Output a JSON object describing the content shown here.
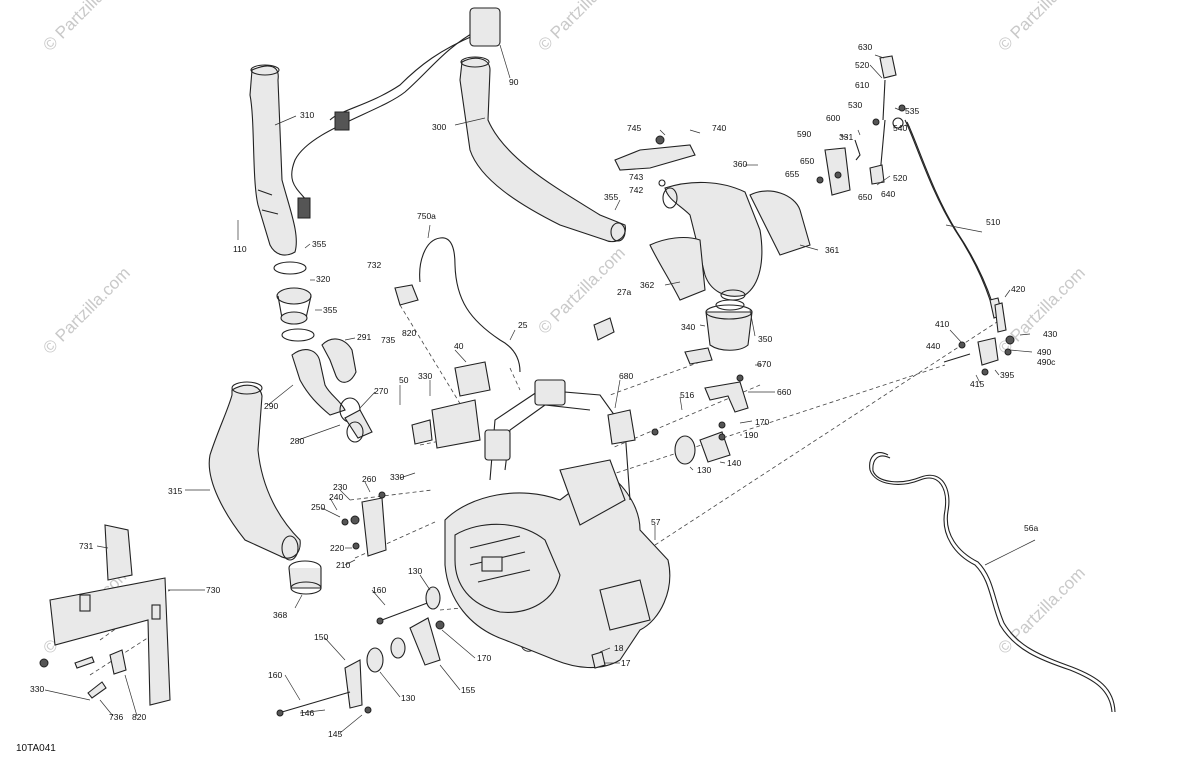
{
  "diagram_code": "10TA041",
  "watermarks": [
    "© Partzilla.com"
  ],
  "labels": [
    {
      "id": "90",
      "text": "90"
    },
    {
      "id": "310",
      "text": "310"
    },
    {
      "id": "300",
      "text": "300"
    },
    {
      "id": "745",
      "text": "745"
    },
    {
      "id": "740",
      "text": "740"
    },
    {
      "id": "743",
      "text": "743"
    },
    {
      "id": "742",
      "text": "742"
    },
    {
      "id": "360",
      "text": "360"
    },
    {
      "id": "355a",
      "text": "355"
    },
    {
      "id": "361",
      "text": "361"
    },
    {
      "id": "362",
      "text": "362"
    },
    {
      "id": "110",
      "text": "110"
    },
    {
      "id": "355b",
      "text": "355"
    },
    {
      "id": "320",
      "text": "320"
    },
    {
      "id": "355c",
      "text": "355"
    },
    {
      "id": "291",
      "text": "291"
    },
    {
      "id": "750a",
      "text": "750a"
    },
    {
      "id": "732",
      "text": "732"
    },
    {
      "id": "820a",
      "text": "820"
    },
    {
      "id": "735",
      "text": "735"
    },
    {
      "id": "27a",
      "text": "27a"
    },
    {
      "id": "25",
      "text": "25"
    },
    {
      "id": "350",
      "text": "350"
    },
    {
      "id": "340",
      "text": "340"
    },
    {
      "id": "630",
      "text": "630"
    },
    {
      "id": "520a",
      "text": "520"
    },
    {
      "id": "610",
      "text": "610"
    },
    {
      "id": "530",
      "text": "530"
    },
    {
      "id": "535",
      "text": "535"
    },
    {
      "id": "600",
      "text": "600"
    },
    {
      "id": "540",
      "text": "540"
    },
    {
      "id": "590",
      "text": "590"
    },
    {
      "id": "331",
      "text": "331"
    },
    {
      "id": "650a",
      "text": "650"
    },
    {
      "id": "655",
      "text": "655"
    },
    {
      "id": "520b",
      "text": "520"
    },
    {
      "id": "650b",
      "text": "650"
    },
    {
      "id": "640",
      "text": "640"
    },
    {
      "id": "510",
      "text": "510"
    },
    {
      "id": "420",
      "text": "420"
    },
    {
      "id": "410",
      "text": "410"
    },
    {
      "id": "430",
      "text": "430"
    },
    {
      "id": "440",
      "text": "440"
    },
    {
      "id": "490",
      "text": "490"
    },
    {
      "id": "490c",
      "text": "490c"
    },
    {
      "id": "395",
      "text": "395"
    },
    {
      "id": "415",
      "text": "415"
    },
    {
      "id": "40",
      "text": "40"
    },
    {
      "id": "330a",
      "text": "330"
    },
    {
      "id": "680",
      "text": "680"
    },
    {
      "id": "670",
      "text": "670"
    },
    {
      "id": "660",
      "text": "660"
    },
    {
      "id": "290",
      "text": "290"
    },
    {
      "id": "270",
      "text": "270"
    },
    {
      "id": "50",
      "text": "50"
    },
    {
      "id": "516",
      "text": "516"
    },
    {
      "id": "170a",
      "text": "170"
    },
    {
      "id": "190",
      "text": "190"
    },
    {
      "id": "280",
      "text": "280"
    },
    {
      "id": "140",
      "text": "140"
    },
    {
      "id": "130a",
      "text": "130"
    },
    {
      "id": "330b",
      "text": "330"
    },
    {
      "id": "315",
      "text": "315"
    },
    {
      "id": "260",
      "text": "260"
    },
    {
      "id": "230",
      "text": "230"
    },
    {
      "id": "240",
      "text": "240"
    },
    {
      "id": "250",
      "text": "250"
    },
    {
      "id": "57",
      "text": "57"
    },
    {
      "id": "220",
      "text": "220"
    },
    {
      "id": "210",
      "text": "210"
    },
    {
      "id": "731",
      "text": "731"
    },
    {
      "id": "130b",
      "text": "130"
    },
    {
      "id": "730",
      "text": "730"
    },
    {
      "id": "160a",
      "text": "160"
    },
    {
      "id": "368",
      "text": "368"
    },
    {
      "id": "56a",
      "text": "56a"
    },
    {
      "id": "150",
      "text": "150"
    },
    {
      "id": "170b",
      "text": "170"
    },
    {
      "id": "18",
      "text": "18"
    },
    {
      "id": "17",
      "text": "17"
    },
    {
      "id": "330c",
      "text": "330"
    },
    {
      "id": "160b",
      "text": "160"
    },
    {
      "id": "130c",
      "text": "130"
    },
    {
      "id": "155",
      "text": "155"
    },
    {
      "id": "146",
      "text": "146"
    },
    {
      "id": "736",
      "text": "736"
    },
    {
      "id": "820b",
      "text": "820"
    },
    {
      "id": "145",
      "text": "145"
    }
  ]
}
